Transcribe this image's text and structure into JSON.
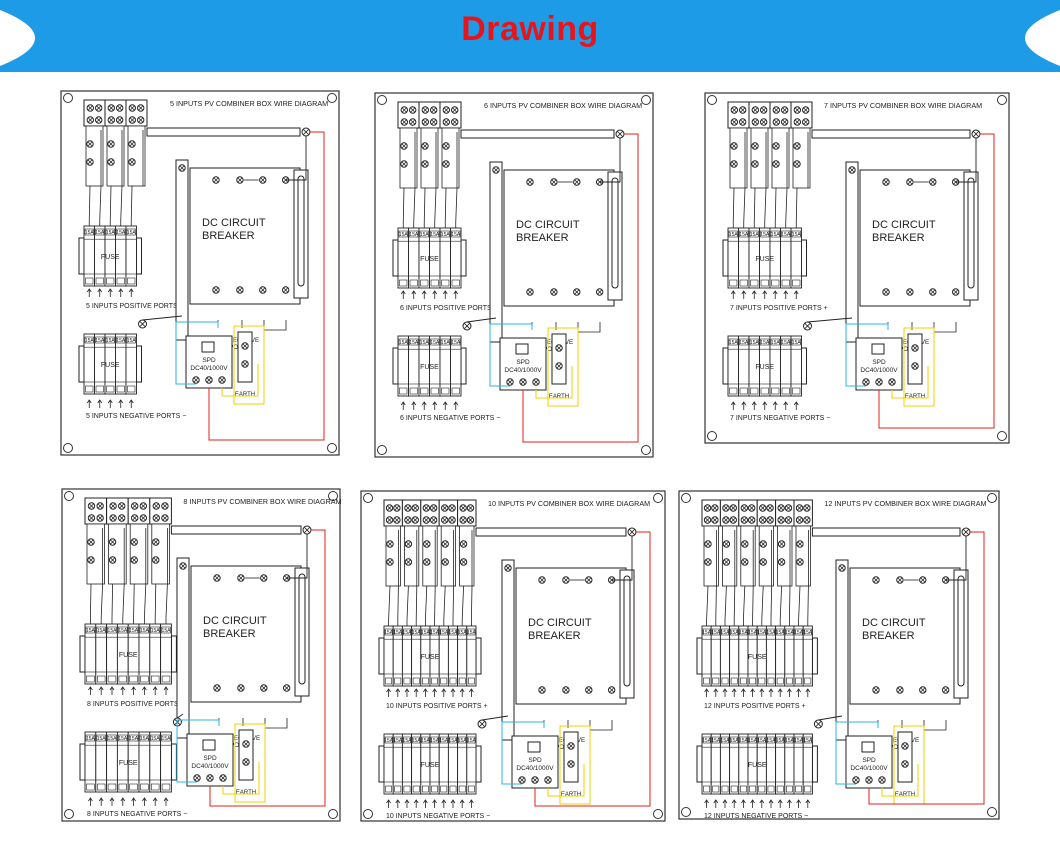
{
  "banner": {
    "title": "Drawing",
    "color": "#1e9be6",
    "title_color": "#e8141c"
  },
  "common": {
    "breaker": "DC CIRCUIT\nBREAKER",
    "fuse": "FUSE",
    "fuse_rating": "15A",
    "outputs_label": "POSITIVE  NEGATIVE\nOUTPUTS PORTS",
    "spd_label": "SPD\nDC40/1000V",
    "earth": "EARTH"
  },
  "colors": {
    "red_wire": "#e0201a",
    "cyan_wire": "#2ab4e8",
    "yellow_wire": "#f0d200",
    "title_text": "#18b8ee"
  },
  "diagrams": [
    {
      "n": 5,
      "title": "5 INPUTS PV COMBINER BOX WIRE DIAGRAM",
      "pos_label": "5 INPUTS POSITIVE PORTS +",
      "neg_label": "5 INPUTS NEGATIVE PORTS −"
    },
    {
      "n": 6,
      "title": "6 INPUTS PV COMBINER BOX WIRE DIAGRAM",
      "pos_label": "6 INPUTS POSITIVE PORTS +",
      "neg_label": "6 INPUTS NEGATIVE PORTS −"
    },
    {
      "n": 7,
      "title": "7 INPUTS PV COMBINER BOX WIRE DIAGRAM",
      "pos_label": "7 INPUTS POSITIVE PORTS +",
      "neg_label": "7 INPUTS NEGATIVE PORTS −"
    },
    {
      "n": 8,
      "title": "8 INPUTS PV COMBINER BOX WIRE DIAGRAM",
      "pos_label": "8 INPUTS POSITIVE PORTS +",
      "neg_label": "8 INPUTS NEGATIVE PORTS −"
    },
    {
      "n": 10,
      "title": "10 INPUTS PV COMBINER BOX WIRE DIAGRAM",
      "pos_label": "10 INPUTS POSITIVE PORTS +",
      "neg_label": "10 INPUTS NEGATIVE PORTS −"
    },
    {
      "n": 12,
      "title": "12 INPUTS PV COMBINER BOX WIRE DIAGRAM",
      "pos_label": "12 INPUTS POSITIVE PORTS +",
      "neg_label": "12 INPUTS NEGATIVE PORTS −"
    }
  ]
}
